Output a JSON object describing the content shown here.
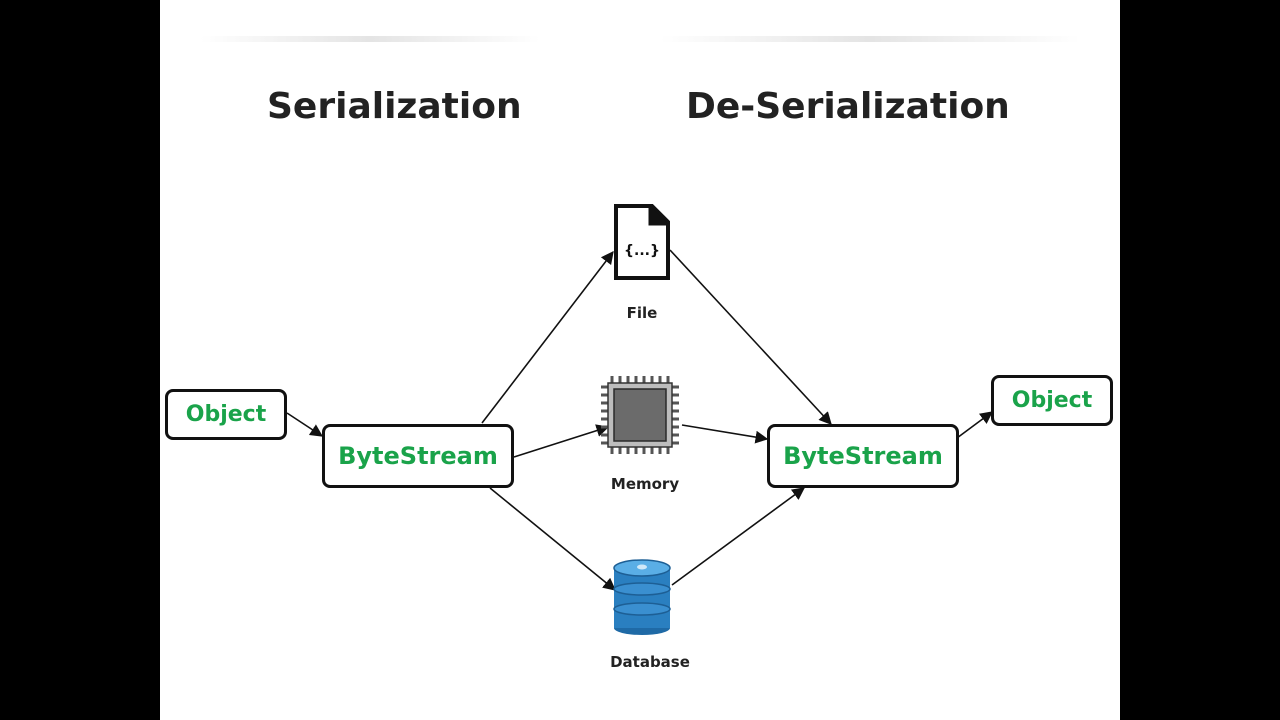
{
  "titles": {
    "serialization": "Serialization",
    "deserialization": "De-Serialization"
  },
  "nodes": {
    "object_left": "Object",
    "bytestream_left": "ByteStream",
    "bytestream_right": "ByteStream",
    "object_right": "Object"
  },
  "storage": {
    "file": {
      "label": "File",
      "icon": "file-json-icon",
      "glyph": "{...}"
    },
    "memory": {
      "label": "Memory",
      "icon": "memory-chip-icon"
    },
    "database": {
      "label": "Database",
      "icon": "database-icon"
    }
  },
  "colors": {
    "node_text": "#1aa34a",
    "database_blue": "#2a7fc0",
    "chip_gray": "#6b6b6b"
  }
}
